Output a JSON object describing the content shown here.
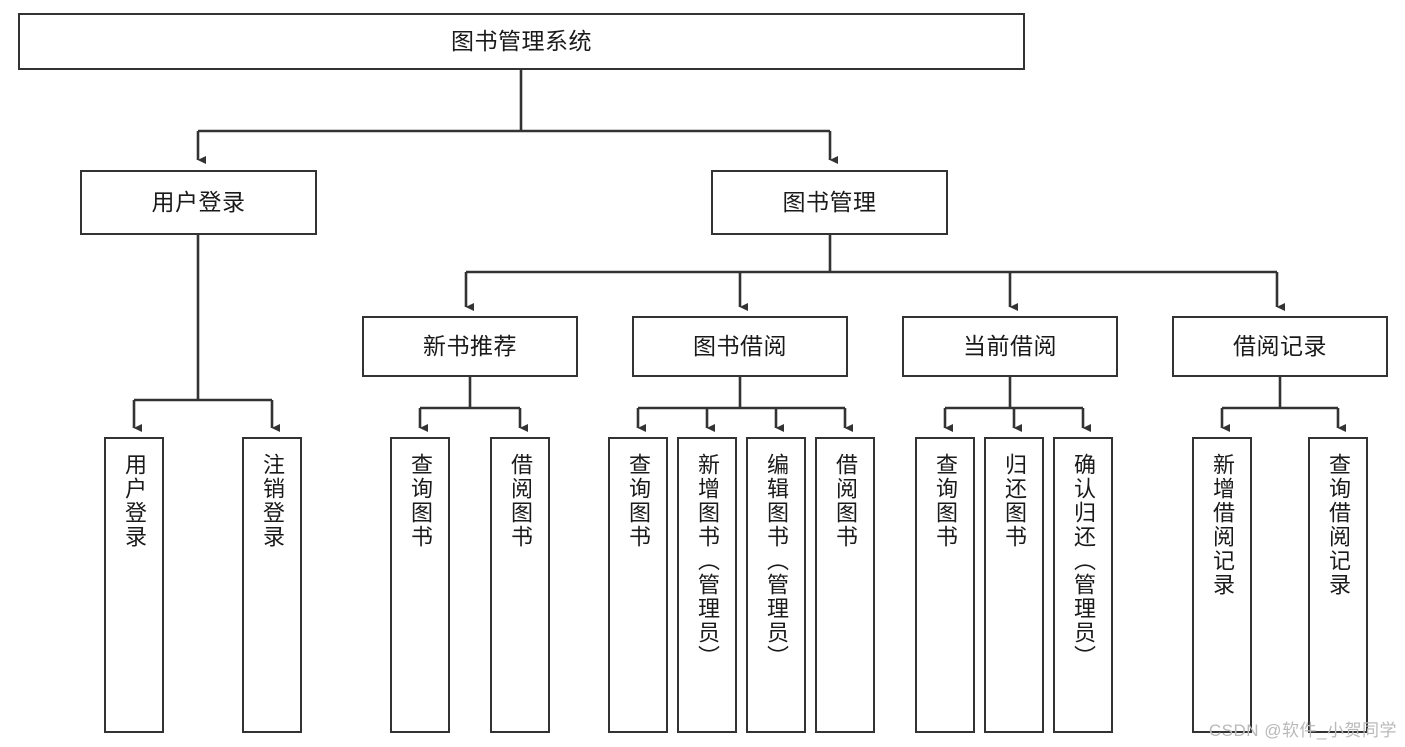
{
  "diagram": {
    "title": "图书管理系统",
    "type": "tree",
    "orientation": "top-down",
    "colors": {
      "box_border": "#333333",
      "box_fill": "#ffffff",
      "edge": "#333333",
      "text": "#1a1a1a",
      "watermark": "#b9b9b9",
      "background": "#ffffff"
    },
    "root": {
      "label": "图书管理系统"
    },
    "level2": [
      {
        "label": "用户登录"
      },
      {
        "label": "图书管理"
      }
    ],
    "level3": [
      {
        "label": "新书推荐"
      },
      {
        "label": "图书借阅"
      },
      {
        "label": "当前借阅"
      },
      {
        "label": "借阅记录"
      }
    ],
    "leaves": {
      "user_login": [
        {
          "label": "用户登录"
        },
        {
          "label": "注销登录"
        }
      ],
      "new_book_recommend": [
        {
          "label": "查询图书"
        },
        {
          "label": "借阅图书"
        }
      ],
      "book_borrow": [
        {
          "label": "查询图书"
        },
        {
          "label": "新增图书（管理员）"
        },
        {
          "label": "编辑图书（管理员）"
        },
        {
          "label": "借阅图书"
        }
      ],
      "current_borrow": [
        {
          "label": "查询图书"
        },
        {
          "label": "归还图书"
        },
        {
          "label": "确认归还（管理员）"
        }
      ],
      "borrow_record": [
        {
          "label": "新增借阅记录"
        },
        {
          "label": "查询借阅记录"
        }
      ]
    },
    "watermark": "CSDN @软件_小贺同学"
  }
}
